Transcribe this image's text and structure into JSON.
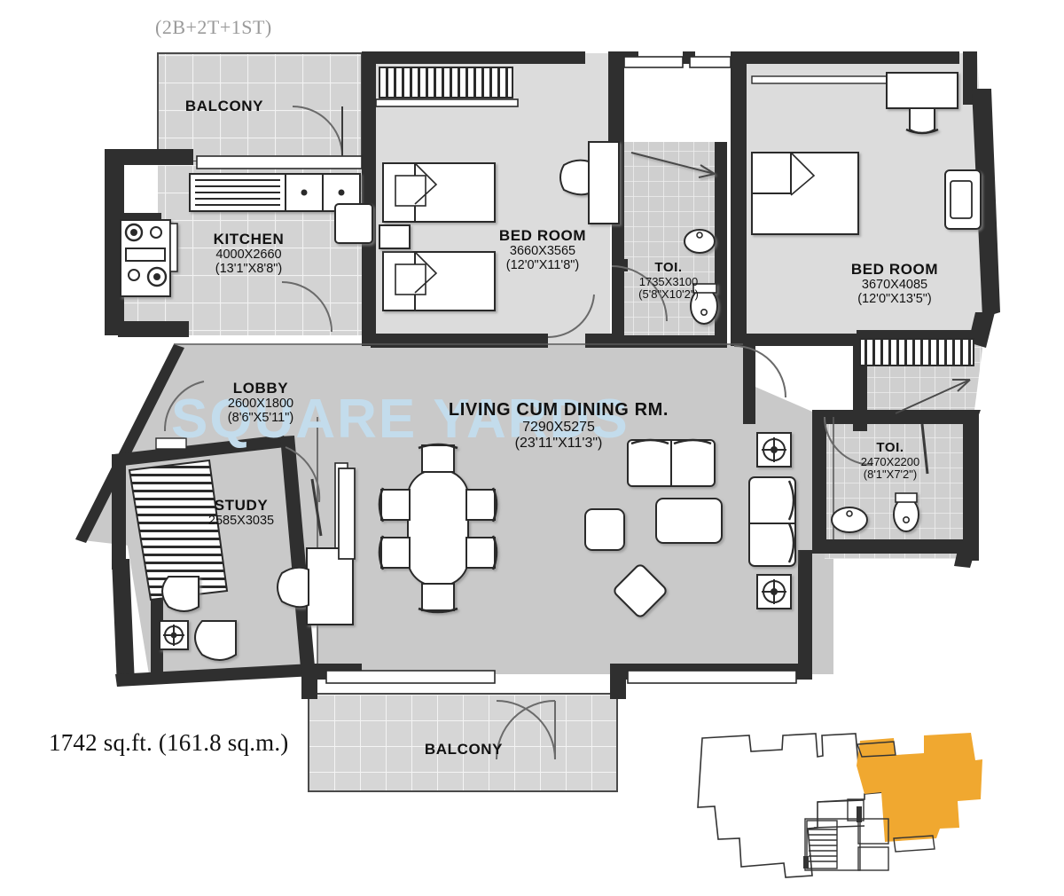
{
  "header": {
    "config": "(2B+2T+1ST)"
  },
  "footer": {
    "area": "1742 sq.ft. (161.8 sq.m.)"
  },
  "watermark": {
    "text": "SQUARE YARDS",
    "color": "#c3dcec"
  },
  "colors": {
    "wall": "#2f2f2f",
    "room_fill": "#c9c9c9",
    "bedroom_fill": "#d8d8d8",
    "tile_fill": "#d2d2d2",
    "furniture": "#ffffff",
    "highlight": "#f0a830",
    "text": "#111111",
    "config_text": "#9a9a9a"
  },
  "rooms": [
    {
      "id": "balcony-top",
      "name": "BALCONY",
      "mm": "",
      "ft": ""
    },
    {
      "id": "kitchen",
      "name": "KITCHEN",
      "mm": "4000X2660",
      "ft": "(13'1\"X8'8\")"
    },
    {
      "id": "bedroom-1",
      "name": "BED ROOM",
      "mm": "3660X3565",
      "ft": "(12'0\"X11'8\")"
    },
    {
      "id": "toilet-1",
      "name": "TOI.",
      "mm": "1735X3100",
      "ft": "(5'8\"X10'2\")"
    },
    {
      "id": "bedroom-2",
      "name": "BED ROOM",
      "mm": "3670X4085",
      "ft": "(12'0\"X13'5\")"
    },
    {
      "id": "lobby",
      "name": "LOBBY",
      "mm": "2600X1800",
      "ft": "(8'6\"X5'11\")"
    },
    {
      "id": "living-dining",
      "name": "LIVING CUM DINING RM.",
      "mm": "7290X5275",
      "ft": "(23'11\"X11'3\")"
    },
    {
      "id": "study",
      "name": "STUDY",
      "mm": "2585X3035",
      "ft": ""
    },
    {
      "id": "toilet-2",
      "name": "TOI.",
      "mm": "2470X2200",
      "ft": "(8'1\"X7'2\")"
    },
    {
      "id": "balcony-bottom",
      "name": "BALCONY",
      "mm": "",
      "ft": ""
    }
  ],
  "key_plan": {
    "label": "key-plan",
    "highlight_color": "#f0a830",
    "outline_color": "#333333"
  }
}
